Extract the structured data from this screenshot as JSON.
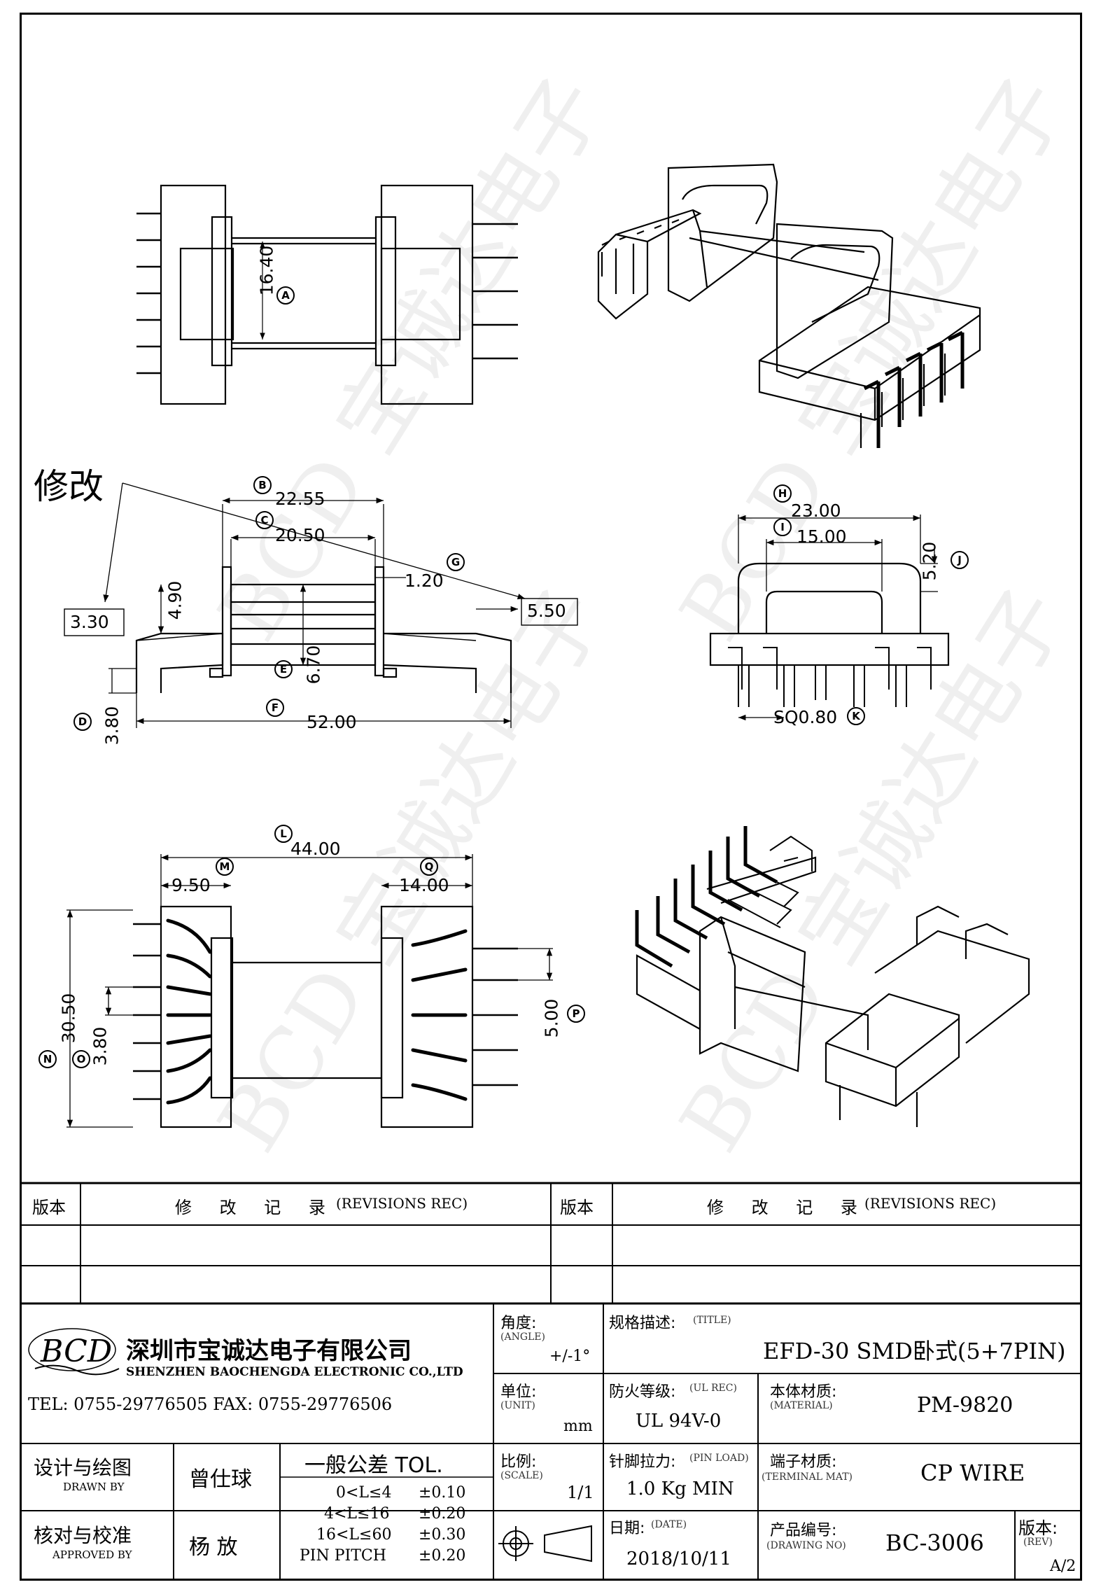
{
  "annotation": {
    "modify": "修改"
  },
  "dims": {
    "d1640": "16.40",
    "d2255": "22.55",
    "d2050": "20.50",
    "d120": "1.20",
    "d330": "3.30",
    "d490": "4.90",
    "d550": "5.50",
    "d670": "6.70",
    "d380": "3.80",
    "d5200": "52.00",
    "d2300": "23.00",
    "d1500": "15.00",
    "d520": "5.20",
    "sq080": "SQ0.80",
    "d4400": "44.00",
    "d950": "9.50",
    "d1400": "14.00",
    "d3050": "30.50",
    "d380b": "3.80",
    "d500": "5.00"
  },
  "callouts": {
    "A": "A",
    "B": "B",
    "C": "C",
    "D": "D",
    "E": "E",
    "F": "F",
    "G": "G",
    "H": "H",
    "I": "I",
    "J": "J",
    "K": "K",
    "L": "L",
    "M": "M",
    "N": "N",
    "O": "O",
    "P": "P",
    "Q": "Q"
  },
  "revision_table": {
    "ver_label": "版本",
    "rec_label": "修 改 记 录",
    "rec_label_en": "(REVISIONS REC)"
  },
  "company": {
    "logo": "BCD",
    "name_cn": "深圳市宝诚达电子有限公司",
    "name_en": "SHENZHEN BAOCHENGDA ELECTRONIC CO.,LTD",
    "tel": "TEL: 0755-29776505  FAX: 0755-29776506"
  },
  "title_block": {
    "angle_label": "角度:",
    "angle_en": "(ANGLE)",
    "angle_value": "+/-1°",
    "title_label": "规格描述:",
    "title_en": "(TITLE)",
    "title_value": "EFD-30 SMD卧式(5+7PIN)",
    "unit_label": "单位:",
    "unit_en": "(UNIT)",
    "unit_value": "mm",
    "ul_label": "防火等级:",
    "ul_en": "(UL REC)",
    "ul_value": "UL 94V-0",
    "material_label": "本体材质:",
    "material_en": "(MATERIAL)",
    "material_value": "PM-9820",
    "drawn_label": "设计与绘图",
    "drawn_en": "DRAWN BY",
    "drawn_value": "曾仕球",
    "tol_label": "一般公差 TOL.",
    "tol_rows": [
      {
        "range": "0<L≤4",
        "value": "±0.10"
      },
      {
        "range": "4<L≤16",
        "value": "±0.20"
      },
      {
        "range": "16<L≤60",
        "value": "±0.30"
      },
      {
        "range": "PIN PITCH",
        "value": "±0.20"
      }
    ],
    "scale_label": "比例:",
    "scale_en": "(SCALE)",
    "scale_value": "1/1",
    "pin_label": "针脚拉力:",
    "pin_en": "(PIN LOAD)",
    "pin_value": "1.0 Kg MIN",
    "terminal_label": "端子材质:",
    "terminal_en": "(TERMINAL MAT)",
    "terminal_value": "CP WIRE",
    "approved_label": "核对与校准",
    "approved_en": "APPROVED BY",
    "approved_value": "杨  放",
    "date_label": "日期:",
    "date_en": "(DATE)",
    "date_value": "2018/10/11",
    "drawing_label": "产品编号:",
    "drawing_en": "(DRAWING NO)",
    "drawing_value": "BC-3006",
    "rev_label": "版本:",
    "rev_en": "(REV)",
    "rev_value": "A/2"
  }
}
